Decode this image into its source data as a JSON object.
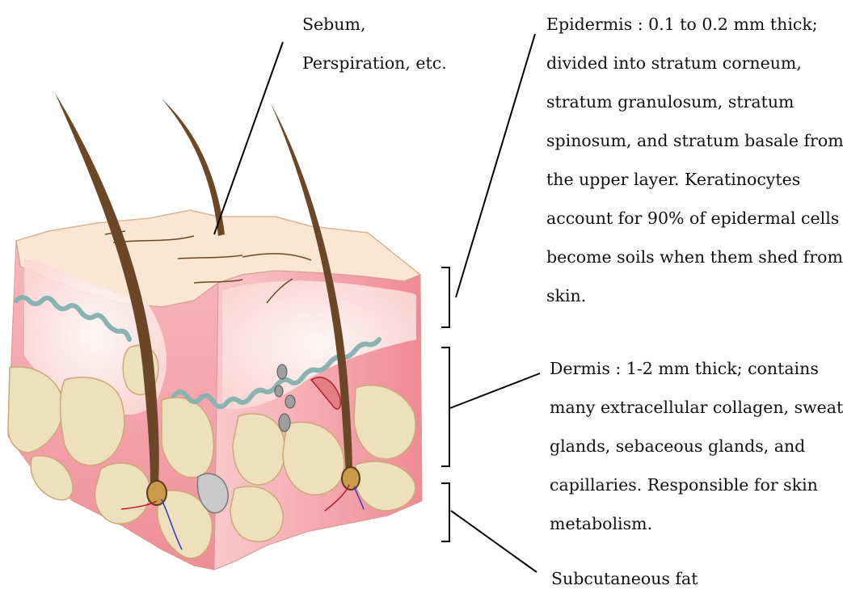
{
  "labels": {
    "sebum": [
      "Sebum,",
      "Perspiration, etc."
    ],
    "epidermis": [
      "Epidermis : 0.1 to 0.2 mm thick;",
      "divided into stratum corneum,",
      "stratum granulosum, stratum",
      "spinosum, and stratum basale from",
      "the upper layer. Keratinocytes",
      "account for 90% of epidermal cells",
      "become soils when them shed from",
      "skin."
    ],
    "dermis": [
      "Dermis : 1-2 mm thick; contains",
      "many extracellular collagen, sweat",
      "glands, sebaceous glands, and",
      "capillaries. Responsible for skin",
      "metabolism."
    ],
    "subcutaneous_fat": "Subcutaneous fat"
  },
  "colors": {
    "skin_surface": "#fbe6d3",
    "epidermis_pink": "#f29aa3",
    "dermis_white": "#fdf3ef",
    "fat_cells": "#efe0bd",
    "fat_outline": "#cba877",
    "basement_membrane": "#88b3b0",
    "hair": "#6b4727",
    "artery": "#c0142c",
    "vein": "#2f35c9",
    "leader_lines": "#000000"
  }
}
